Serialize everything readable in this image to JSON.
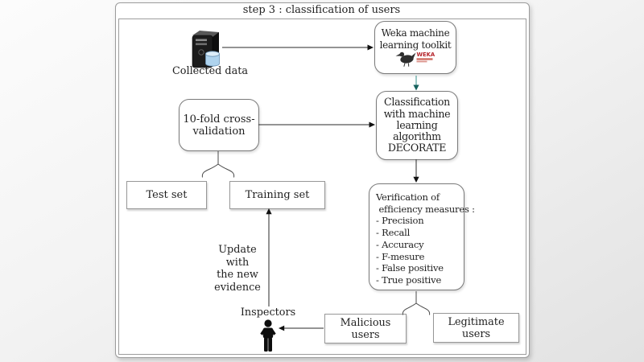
{
  "title": "step 3 : classification of users",
  "colors": {
    "teal_arrow": "#58a29e",
    "teal_arrowhead": "#16625e",
    "weka_red": "#b5232a",
    "box_border": "#7a7a7a",
    "frame_border": "#9c9c9c"
  },
  "nodes": {
    "collected_data": {
      "label": "Collected data"
    },
    "weka_toolkit": {
      "line1": "Weka machine",
      "line2": "learning toolkit",
      "logo_text": "WEKA"
    },
    "cross_validation": {
      "line1": "10-fold cross-",
      "line2": "validation"
    },
    "classification": {
      "lines": [
        "Classification",
        "with machine",
        "learning",
        "algorithm",
        "DECORATE"
      ]
    },
    "test_set": {
      "label": "Test set"
    },
    "training_set": {
      "label": "Training set"
    },
    "verification": {
      "lines": [
        "Verification of",
        " efficiency measures :",
        "- Precision",
        "- Recall",
        "- Accuracy",
        "- F-mesure",
        "- False positive",
        "- True positive"
      ]
    },
    "update_note": {
      "lines": [
        "Update with",
        "the new",
        "evidence"
      ]
    },
    "inspectors": {
      "label": "Inspectors"
    },
    "malicious_users": {
      "line1": "Malicious",
      "line2": "users"
    },
    "legitimate_users": {
      "line1": "Legitimate",
      "line2": "users"
    }
  }
}
